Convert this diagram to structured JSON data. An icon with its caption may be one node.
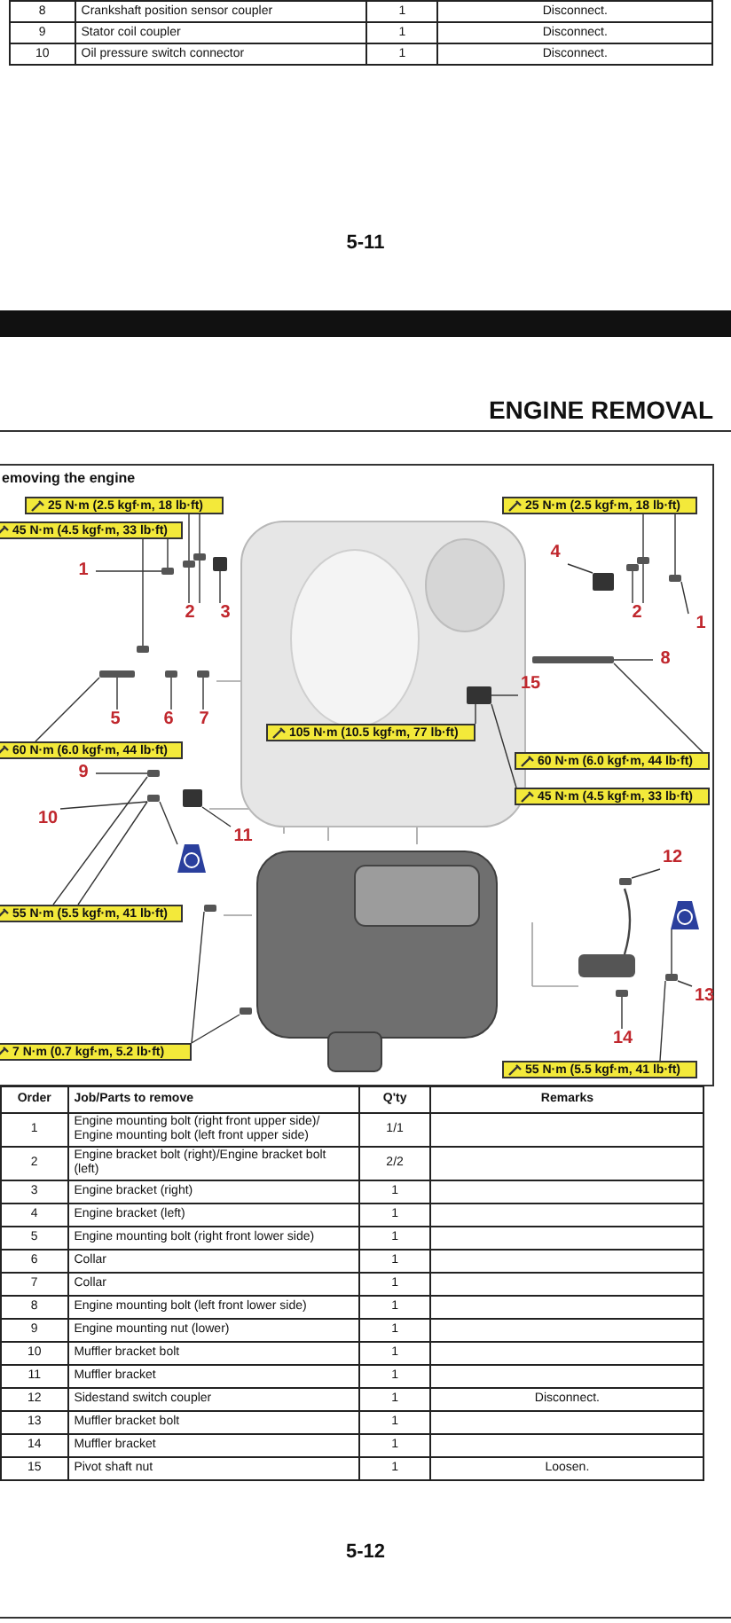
{
  "diagram": {
    "nodes": [
      {
        "text": [
          "25 N·m (2.5 kgf·m, 18 lb·ft)"
        ]
      },
      {
        "text": [
          "45 N·m (4.5 kgf·m, 33 lb·ft)"
        ]
      },
      {
        "text": [
          "25 N·m (2.5 kgf·m, 18 lb·ft)"
        ]
      },
      {
        "text": [
          "1"
        ]
      },
      {
        "text": [
          "2"
        ]
      },
      {
        "text": [
          "3"
        ]
      },
      {
        "text": [
          "4"
        ]
      },
      {
        "text": [
          "2"
        ]
      },
      {
        "text": [
          "1"
        ]
      },
      {
        "text": [
          "8"
        ]
      },
      {
        "text": [
          "15"
        ]
      },
      {
        "text": [
          "5"
        ]
      },
      {
        "text": [
          "6"
        ]
      },
      {
        "text": [
          "7"
        ]
      },
      {
        "text": [
          "60 N·m (6.0 kgf·m, 44 lb·ft)"
        ]
      },
      {
        "text": [
          "105 N·m (10.5 kgf·m, 77 lb·ft)"
        ]
      },
      {
        "text": [
          "9"
        ]
      },
      {
        "text": [
          "60 N·m (6.0 kgf·m, 44 lb·ft)"
        ]
      },
      {
        "text": [
          "45 N·m (4.5 kgf·m, 33 lb·ft)"
        ]
      },
      {
        "text": [
          "10"
        ]
      },
      {
        "text": [
          "11"
        ]
      },
      {
        "text": [
          "55 N·m (5.5 kgf·m, 41 lb·ft)"
        ]
      },
      {
        "text": [
          "12"
        ]
      },
      {
        "text": [
          "13"
        ]
      },
      {
        "text": [
          "14"
        ]
      },
      {
        "text": [
          "7 N·m (0.7 kgf·m, 5.2 lb·ft)"
        ]
      },
      {
        "text": [
          "55 N·m (5.5 kgf·m, 41 lb·ft)"
        ]
      },
      {
        "text": [],
        "shape": "picture"
      },
      {
        "text": [],
        "shape": "picture"
      },
      {
        "text": [],
        "shape": "bar"
      },
      {
        "text": [],
        "shape": "bar"
      },
      {
        "text": [],
        "shape": "bar"
      },
      {
        "text": [],
        "shape": "box"
      },
      {
        "text": [],
        "shape": "bar"
      },
      {
        "text": [],
        "shape": "bar"
      },
      {
        "text": [],
        "shape": "bar"
      },
      {
        "text": [],
        "shape": "bar"
      },
      {
        "text": [],
        "shape": "box"
      },
      {
        "text": [],
        "shape": "bar"
      },
      {
        "text": [],
        "shape": "bar"
      },
      {
        "text": [],
        "shape": "bar"
      },
      {
        "text": [],
        "shape": "bar"
      },
      {
        "text": [],
        "shape": "box"
      },
      {
        "text": [],
        "shape": "bar"
      },
      {
        "text": [],
        "shape": "bar"
      },
      {
        "text": [],
        "shape": "box"
      },
      {
        "text": [],
        "shape": "bar"
      },
      {
        "text": [],
        "shape": "bar"
      },
      {
        "text": [],
        "shape": "bar"
      },
      {
        "text": [],
        "shape": "bar"
      },
      {
        "text": [],
        "shape": "bar"
      }
    ],
    "edges": [
      {
        "from": 0,
        "to": 30,
        "arrow": "none"
      },
      {
        "from": 0,
        "to": 31,
        "arrow": "none"
      },
      {
        "from": 1,
        "to": 29,
        "arrow": "none"
      },
      {
        "from": 1,
        "to": 33,
        "arrow": "none"
      },
      {
        "from": 2,
        "to": 39,
        "arrow": "none"
      },
      {
        "from": 2,
        "to": 40,
        "arrow": "none"
      },
      {
        "from": 3,
        "to": 29,
        "arrow": "none"
      },
      {
        "from": 4,
        "to": 30,
        "arrow": "none"
      },
      {
        "from": 4,
        "to": 31,
        "arrow": "none"
      },
      {
        "from": 5,
        "to": 32,
        "arrow": "none"
      },
      {
        "from": 6,
        "to": 37,
        "arrow": "none"
      },
      {
        "from": 7,
        "to": 38,
        "arrow": "none"
      },
      {
        "from": 7,
        "to": 39,
        "arrow": "none"
      },
      {
        "from": 8,
        "to": 40,
        "arrow": "none"
      },
      {
        "from": 9,
        "to": 41,
        "arrow": "none"
      },
      {
        "from": 10,
        "to": 42,
        "arrow": "none"
      },
      {
        "from": 11,
        "to": 34,
        "arrow": "none"
      },
      {
        "from": 12,
        "to": 35,
        "arrow": "none"
      },
      {
        "from": 13,
        "to": 36,
        "arrow": "none"
      },
      {
        "from": 14,
        "to": 34,
        "arrow": "none"
      },
      {
        "from": 15,
        "to": 42,
        "arrow": "none"
      },
      {
        "from": 16,
        "to": 43,
        "arrow": "none"
      },
      {
        "from": 17,
        "to": 41,
        "arrow": "none"
      },
      {
        "from": 18,
        "to": 42,
        "arrow": "none"
      },
      {
        "from": 19,
        "to": 44,
        "arrow": "none"
      },
      {
        "from": 20,
        "to": 45,
        "arrow": "none"
      },
      {
        "from": 21,
        "to": 43,
        "arrow": "none"
      },
      {
        "from": 21,
        "to": 44,
        "arrow": "none"
      },
      {
        "from": 22,
        "to": 46,
        "arrow": "none"
      },
      {
        "from": 23,
        "to": 47,
        "arrow": "none"
      },
      {
        "from": 24,
        "to": 48,
        "arrow": "none"
      },
      {
        "from": 25,
        "to": 49,
        "arrow": "none"
      },
      {
        "from": 25,
        "to": 50,
        "arrow": "none"
      },
      {
        "from": 26,
        "to": 47,
        "arrow": "none"
      },
      {
        "from": 27,
        "to": 44,
        "arrow": "none"
      },
      {
        "from": 28,
        "to": 47,
        "arrow": "none"
      }
    ],
    "labels": [
      "8",
      "Crankshaft position sensor coupler",
      "1",
      "Disconnect.",
      "9",
      "Stator coil coupler",
      "1",
      "Disconnect.",
      "10",
      "Oil pressure switch connector",
      "1",
      "Disconnect.",
      "5-11",
      "ENGINE REMOVAL",
      "emoving the engine",
      "Order",
      "Job/Parts to remove",
      "Q'ty",
      "Remarks",
      "1",
      "Engine mounting bolt (right front upper side)/ Engine mounting bolt (left front upper side)",
      "1/1",
      "2",
      "Engine bracket bolt (right)/Engine bracket bolt (left)",
      "2/2",
      "3",
      "Engine bracket (right)",
      "1",
      "4",
      "Engine bracket (left)",
      "1",
      "5",
      "Engine mounting bolt (right front lower side)",
      "1",
      "6",
      "Collar",
      "1",
      "7",
      "Collar",
      "1",
      "8",
      "Engine mounting bolt (left front lower side)",
      "1",
      "9",
      "Engine mounting nut (lower)",
      "1",
      "10",
      "Muffler bracket bolt",
      "1",
      "11",
      "Muffler bracket",
      "1",
      "12",
      "Sidestand switch coupler",
      "1",
      "Disconnect.",
      "13",
      "Muffler bracket bolt",
      "1",
      "14",
      "Muffler bracket",
      "1",
      "15",
      "Pivot shaft nut",
      "1",
      "Loosen.",
      "5-12"
    ]
  }
}
